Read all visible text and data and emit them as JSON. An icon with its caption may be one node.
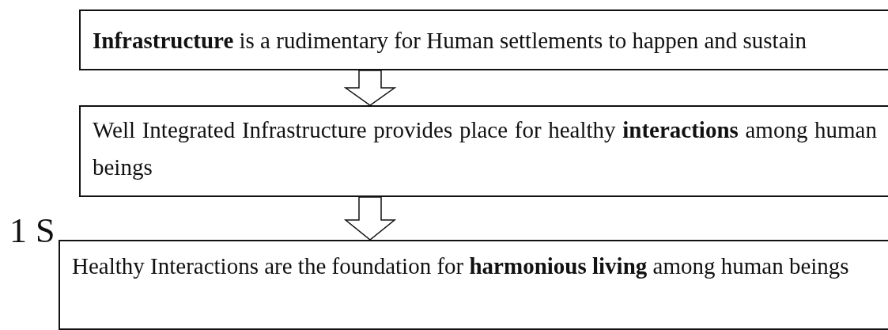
{
  "diagram": {
    "nodes": [
      {
        "text": [
          "**Infrastructure** is a rudimentary for Human settlements to happen and sustain"
        ]
      },
      {
        "text": [
          "Well Integrated Infrastructure provides place for healthy **interactions** among human beings"
        ]
      },
      {
        "text": [
          "Healthy Interactions are the foundation for **harmonious living** among human beings"
        ]
      }
    ],
    "edges": [
      {
        "from": 0,
        "to": 1,
        "arrow": "to"
      },
      {
        "from": 1,
        "to": 2,
        "arrow": "to"
      }
    ],
    "labels": [
      "1 S"
    ]
  }
}
